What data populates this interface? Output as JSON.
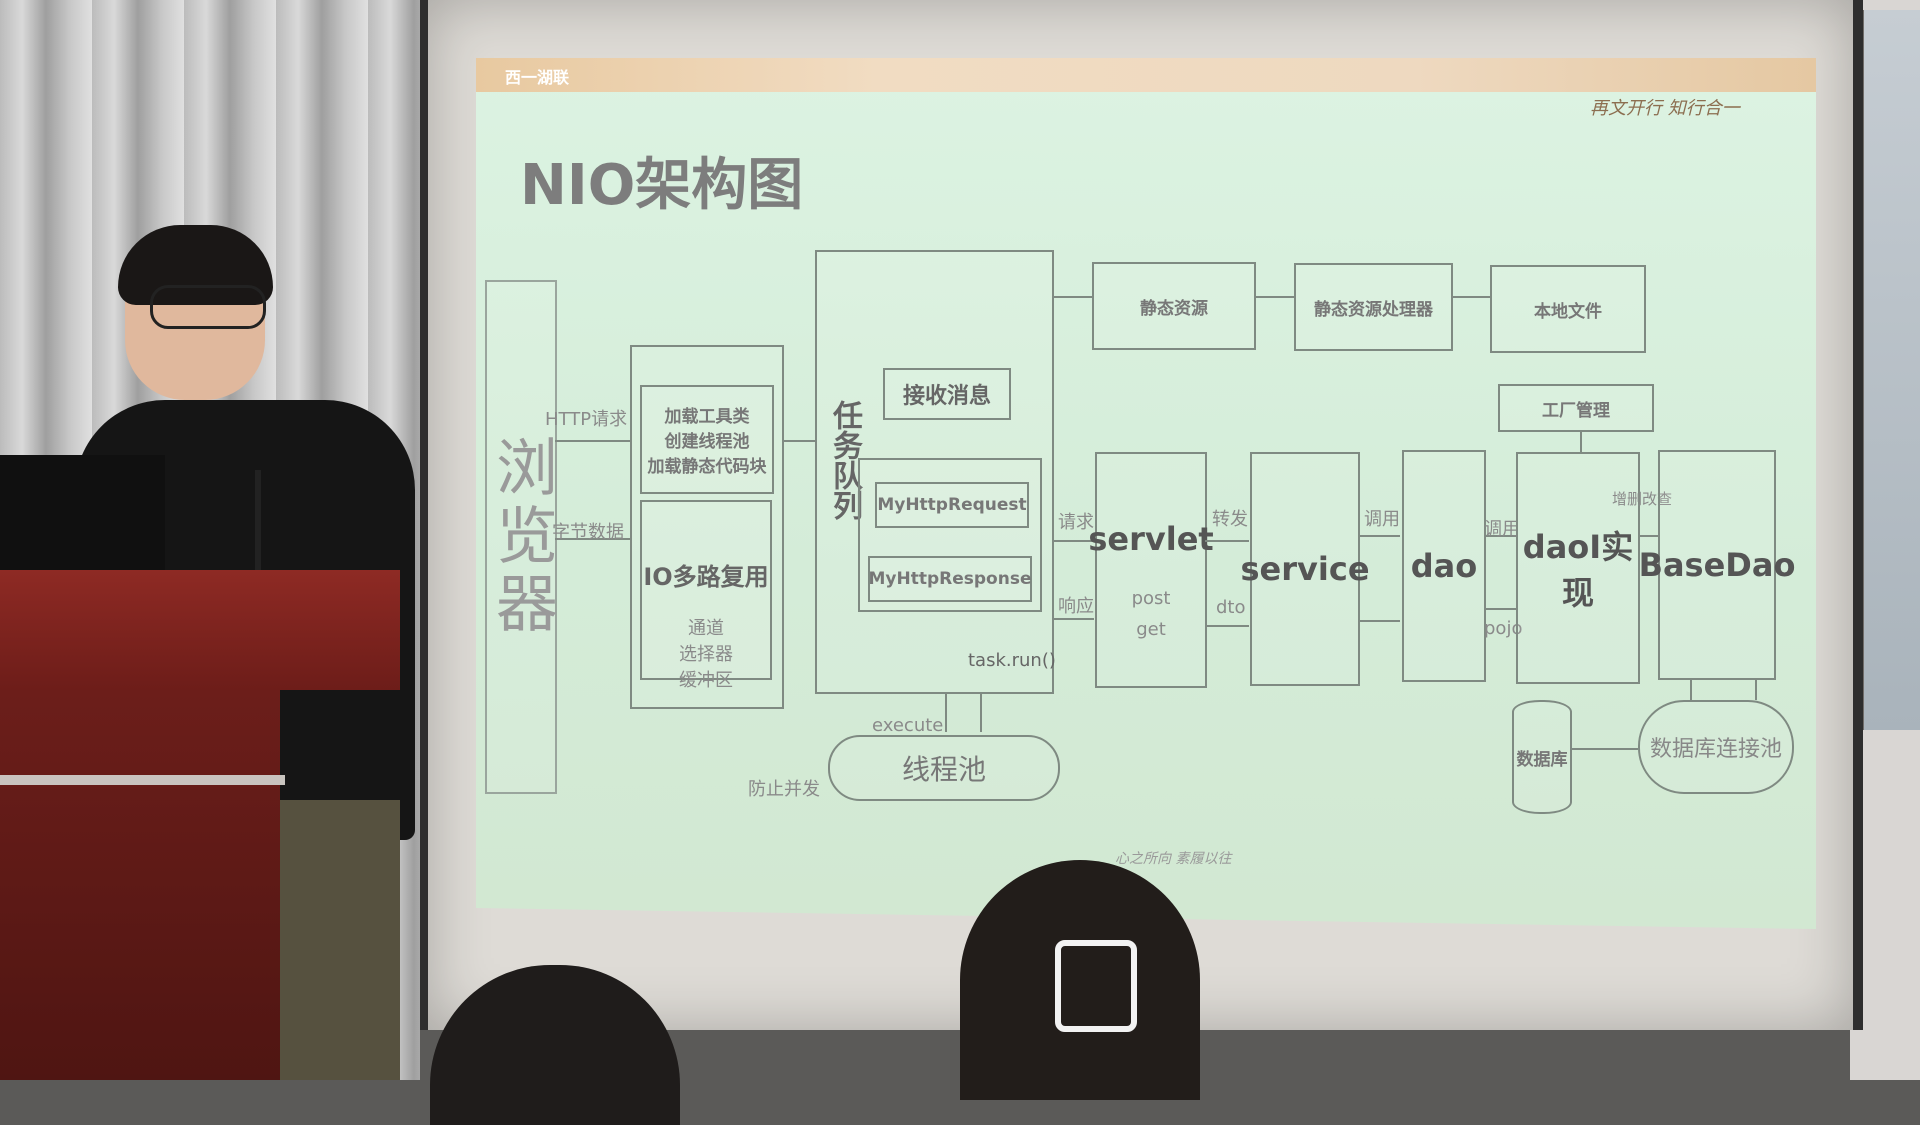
{
  "slide": {
    "header_logo_text": "西一湖联",
    "header_motto": "再文开行 知行合一",
    "title": "NIO架构图",
    "footer_note": "心之所向 素履以往"
  },
  "diagram": {
    "browser_label": "浏览器",
    "arrow_http_request": "HTTP请求",
    "arrow_byte_data": "字节数据",
    "init_box_lines": [
      "加载工具类",
      "创建线程池",
      "加载静态代码块"
    ],
    "io_mux_label": "IO多路复用",
    "io_mux_parts": [
      "通道",
      "选择器",
      "缓冲区"
    ],
    "task_queue_label": "任务队列",
    "receive_msg_label": "接收消息",
    "my_http_request": "MyHttpRequest",
    "my_http_response": "MyHttpResponse",
    "task_run": "task.run()",
    "execute_label": "execute",
    "thread_pool_label": "线程池",
    "prevent_concurrency": "防止并发",
    "static_resource": "静态资源",
    "static_handler": "静态资源处理器",
    "local_file": "本地文件",
    "factory_manage": "工厂管理",
    "arrow_request": "请求",
    "arrow_response": "响应",
    "servlet_label": "servlet",
    "servlet_methods": [
      "post",
      "get"
    ],
    "arrow_forward": "转发",
    "arrow_dto": "dto",
    "service_label": "service",
    "arrow_call_1": "调用",
    "dao_label": "dao",
    "arrow_call_2": "调用",
    "arrow_pojo": "pojo",
    "dao_impl_label": "daoI实现",
    "arrow_crud": "增删改查",
    "basedao_label": "BaseDao",
    "database_label": "数据库",
    "conn_pool_label": "数据库连接池"
  }
}
